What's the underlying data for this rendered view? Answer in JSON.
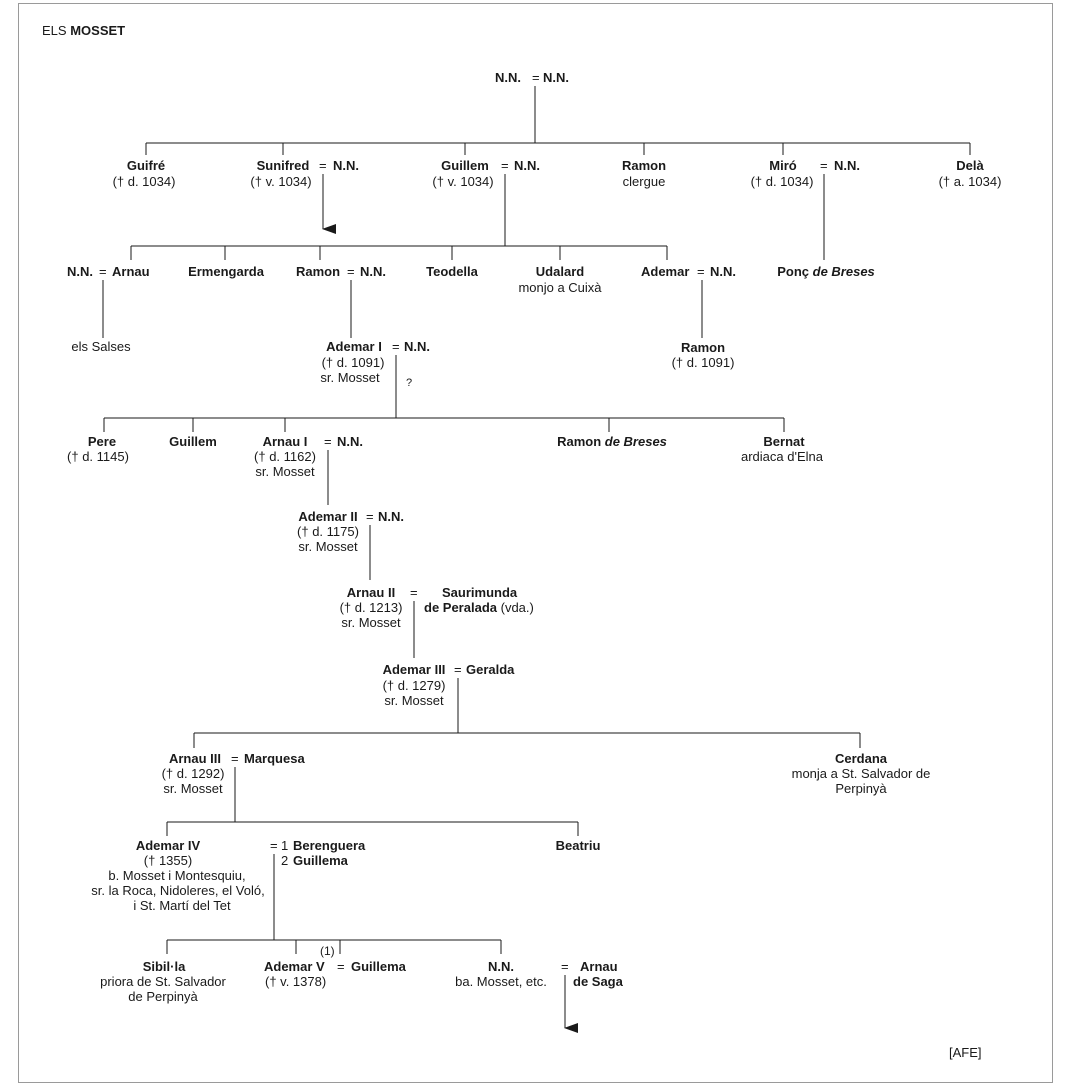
{
  "title": {
    "prefix": "ELS",
    "name": "MOSSET"
  },
  "source": "[AFE]",
  "eq": "=",
  "question": "?",
  "marriage_marks": {
    "first": "1",
    "second": "2",
    "ref": "(1)"
  },
  "persons": {
    "nn_root_a": {
      "name": "N.N."
    },
    "nn_root_b": {
      "name": "N.N."
    },
    "guifre": {
      "name": "Guifré",
      "info": [
        "(† d. 1034)"
      ]
    },
    "sunifred": {
      "name": "Sunifred",
      "info": [
        "(† v. 1034)"
      ]
    },
    "nn_sunifred": {
      "name": "N.N."
    },
    "guillem_g2": {
      "name": "Guillem",
      "info": [
        "(† v. 1034)"
      ]
    },
    "nn_guillem": {
      "name": "N.N."
    },
    "ramon_g2": {
      "name": "Ramon",
      "info": [
        "clergue"
      ]
    },
    "miro": {
      "name": "Miró",
      "info": [
        "(† d. 1034)"
      ]
    },
    "nn_miro": {
      "name": "N.N."
    },
    "dela": {
      "name": "Delà",
      "info": [
        "(† a. 1034)"
      ]
    },
    "nn_arnau": {
      "name": "N.N."
    },
    "arnau_g3": {
      "name": "Arnau"
    },
    "ermengarda": {
      "name": "Ermengarda"
    },
    "ramon_g3": {
      "name": "Ramon"
    },
    "nn_ramon_g3": {
      "name": "N.N."
    },
    "teodella": {
      "name": "Teodella"
    },
    "udalard": {
      "name": "Udalard",
      "info": [
        "monjo a Cuixà"
      ]
    },
    "ademar_g3": {
      "name": "Ademar"
    },
    "nn_ademar_g3": {
      "name": "N.N."
    },
    "ponc": {
      "name": "Ponç",
      "surname": "de Breses"
    },
    "els_salses": {
      "info": [
        "els Salses"
      ]
    },
    "ademar_i": {
      "name": "Ademar I",
      "info": [
        "(† d. 1091)",
        "sr. Mosset"
      ]
    },
    "nn_ademar_i": {
      "name": "N.N."
    },
    "ramon_g4": {
      "name": "Ramon",
      "info": [
        "(† d. 1091)"
      ]
    },
    "pere": {
      "name": "Pere",
      "info": [
        "(† d. 1145)"
      ]
    },
    "guillem_g5": {
      "name": "Guillem"
    },
    "arnau_i": {
      "name": "Arnau I",
      "info": [
        "(† d. 1162)",
        "sr. Mosset"
      ]
    },
    "nn_arnau_i": {
      "name": "N.N."
    },
    "ramon_breses": {
      "name": "Ramon",
      "surname": "de Breses"
    },
    "bernat": {
      "name": "Bernat",
      "info": [
        "ardiaca d'Elna"
      ]
    },
    "ademar_ii": {
      "name": "Ademar II",
      "info": [
        "(† d. 1175)",
        "sr. Mosset"
      ]
    },
    "nn_ademar_ii": {
      "name": "N.N."
    },
    "arnau_ii": {
      "name": "Arnau II",
      "info": [
        "(† d. 1213)",
        "sr. Mosset"
      ]
    },
    "saurimunda": {
      "name": "Saurimunda",
      "name2": "de Peralada",
      "note": "(vda.)"
    },
    "ademar_iii": {
      "name": "Ademar III",
      "info": [
        "(† d. 1279)",
        "sr. Mosset"
      ]
    },
    "geralda": {
      "name": "Geralda"
    },
    "arnau_iii": {
      "name": "Arnau III",
      "info": [
        "(† d. 1292)",
        "sr. Mosset"
      ]
    },
    "marquesa": {
      "name": "Marquesa"
    },
    "cerdana": {
      "name": "Cerdana",
      "info": [
        "monja a St. Salvador de",
        "Perpinyà"
      ]
    },
    "ademar_iv": {
      "name": "Ademar IV",
      "info": [
        "(† 1355)",
        "b. Mosset i Montesquiu,",
        "sr. la Roca, Nidoleres, el Voló,",
        "i St. Martí del Tet"
      ]
    },
    "berenguera": {
      "name": "Berenguera"
    },
    "guillema_w": {
      "name": "Guillema"
    },
    "beatriu": {
      "name": "Beatriu"
    },
    "sibilla": {
      "name": "Sibil·la",
      "info": [
        "priora de St. Salvador",
        "de Perpinyà"
      ]
    },
    "ademar_v": {
      "name": "Ademar V",
      "info": [
        "(† v. 1378)"
      ]
    },
    "guillema_v": {
      "name": "Guillema"
    },
    "nn_last": {
      "name": "N.N.",
      "info": [
        "ba. Mosset, etc."
      ]
    },
    "arnau_saga": {
      "name": "Arnau",
      "name2": "de Saga"
    }
  }
}
